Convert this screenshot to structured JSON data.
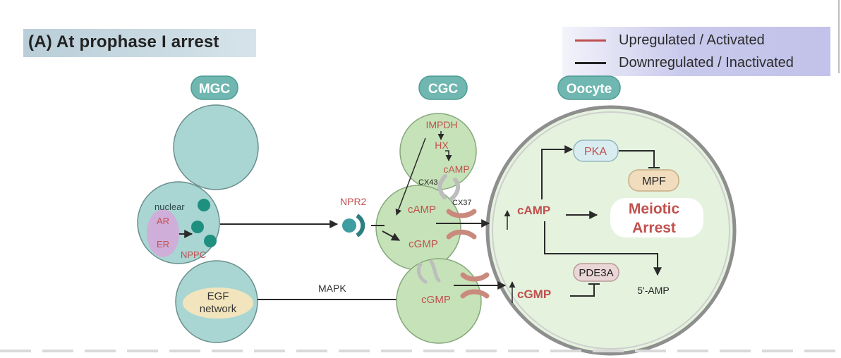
{
  "figure": {
    "panel_title": "(A)   At prophase I arrest",
    "legend": {
      "items": [
        {
          "label": "Upregulated / Activated",
          "color": "#c0504d"
        },
        {
          "label": "Downregulated / Inactivated",
          "color": "#222222"
        }
      ]
    },
    "section_labels": {
      "mgc": "MGC",
      "cgc": "CGC",
      "oocyte": "Oocyte"
    },
    "mgc": {
      "nuclear": "nuclear",
      "ar": "AR",
      "er": "ER",
      "nppc": "NPPC",
      "egf_line1": "EGF",
      "egf_line2": "network"
    },
    "receptor": {
      "npr2": "NPR2"
    },
    "pathway": {
      "mapk": "MAPK"
    },
    "cgc": {
      "impdh": "IMPDH",
      "hx": "HX",
      "camp_top": "cAMP",
      "cx43": "CX43",
      "cx37": "CX37",
      "camp_mid": "cAMP",
      "cgmp_mid": "cGMP",
      "cgmp_bottom": "cGMP"
    },
    "oocyte": {
      "camp": "cAMP",
      "cgmp": "cGMP",
      "pka": "PKA",
      "mpf": "MPF",
      "meiotic_line1": "Meiotic",
      "meiotic_line2": "Arrest",
      "pde3a": "PDE3A",
      "amp": "5'-AMP"
    },
    "colors": {
      "mgc_fill": "#a9d6d2",
      "cgc_fill": "#c6e2b8",
      "oocyte_fill": "#e2f1dc",
      "label_pill": "#6fb7b0",
      "up_text": "#c0504d",
      "dark": "#2a2a2a"
    }
  }
}
